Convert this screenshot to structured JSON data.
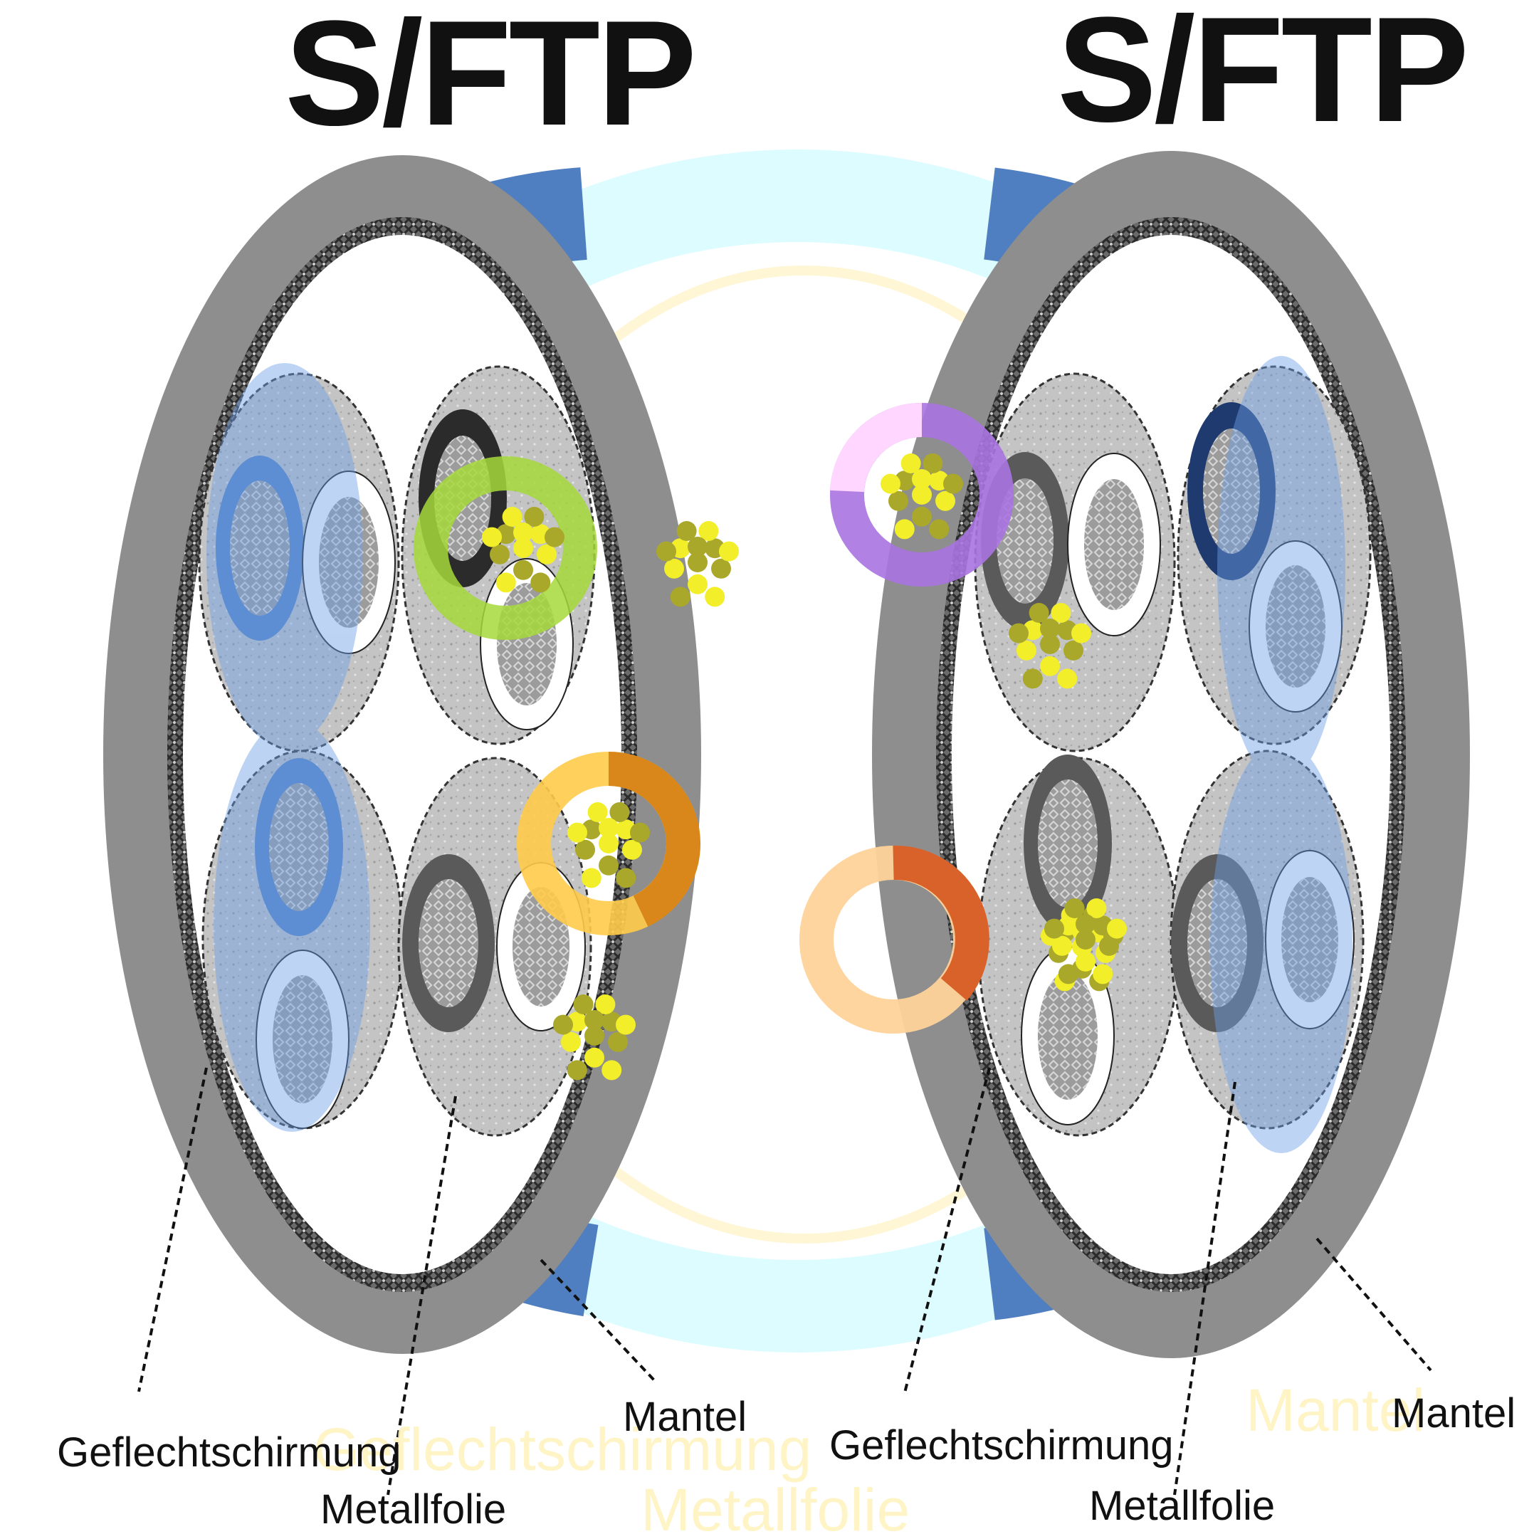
{
  "titles": {
    "left": "S/FTP",
    "right": "S/FTP"
  },
  "labels": {
    "left": {
      "braid": "Geflechtschirmung",
      "foil": "Metallfolie",
      "jacket": "Mantel"
    },
    "right": {
      "braid": "Geflechtschirmung",
      "foil": "Metallfolie",
      "jacket": "Mantel"
    }
  },
  "overlay_text": {
    "ghost_braid": "Geflechtschirmung",
    "ghost_foil": "Metallfolie",
    "ghost_jacket": "Mantel"
  },
  "colors": {
    "jacket": "#8e8e8e",
    "braid": "#5a5a5a",
    "pair_foil": "#bdbdbd",
    "overlay_cyan": "#ddfcff",
    "overlay_blue": "#4f7fc0",
    "copper_yellow": "#f2ef2a",
    "copper_olive": "#a9a82a"
  }
}
